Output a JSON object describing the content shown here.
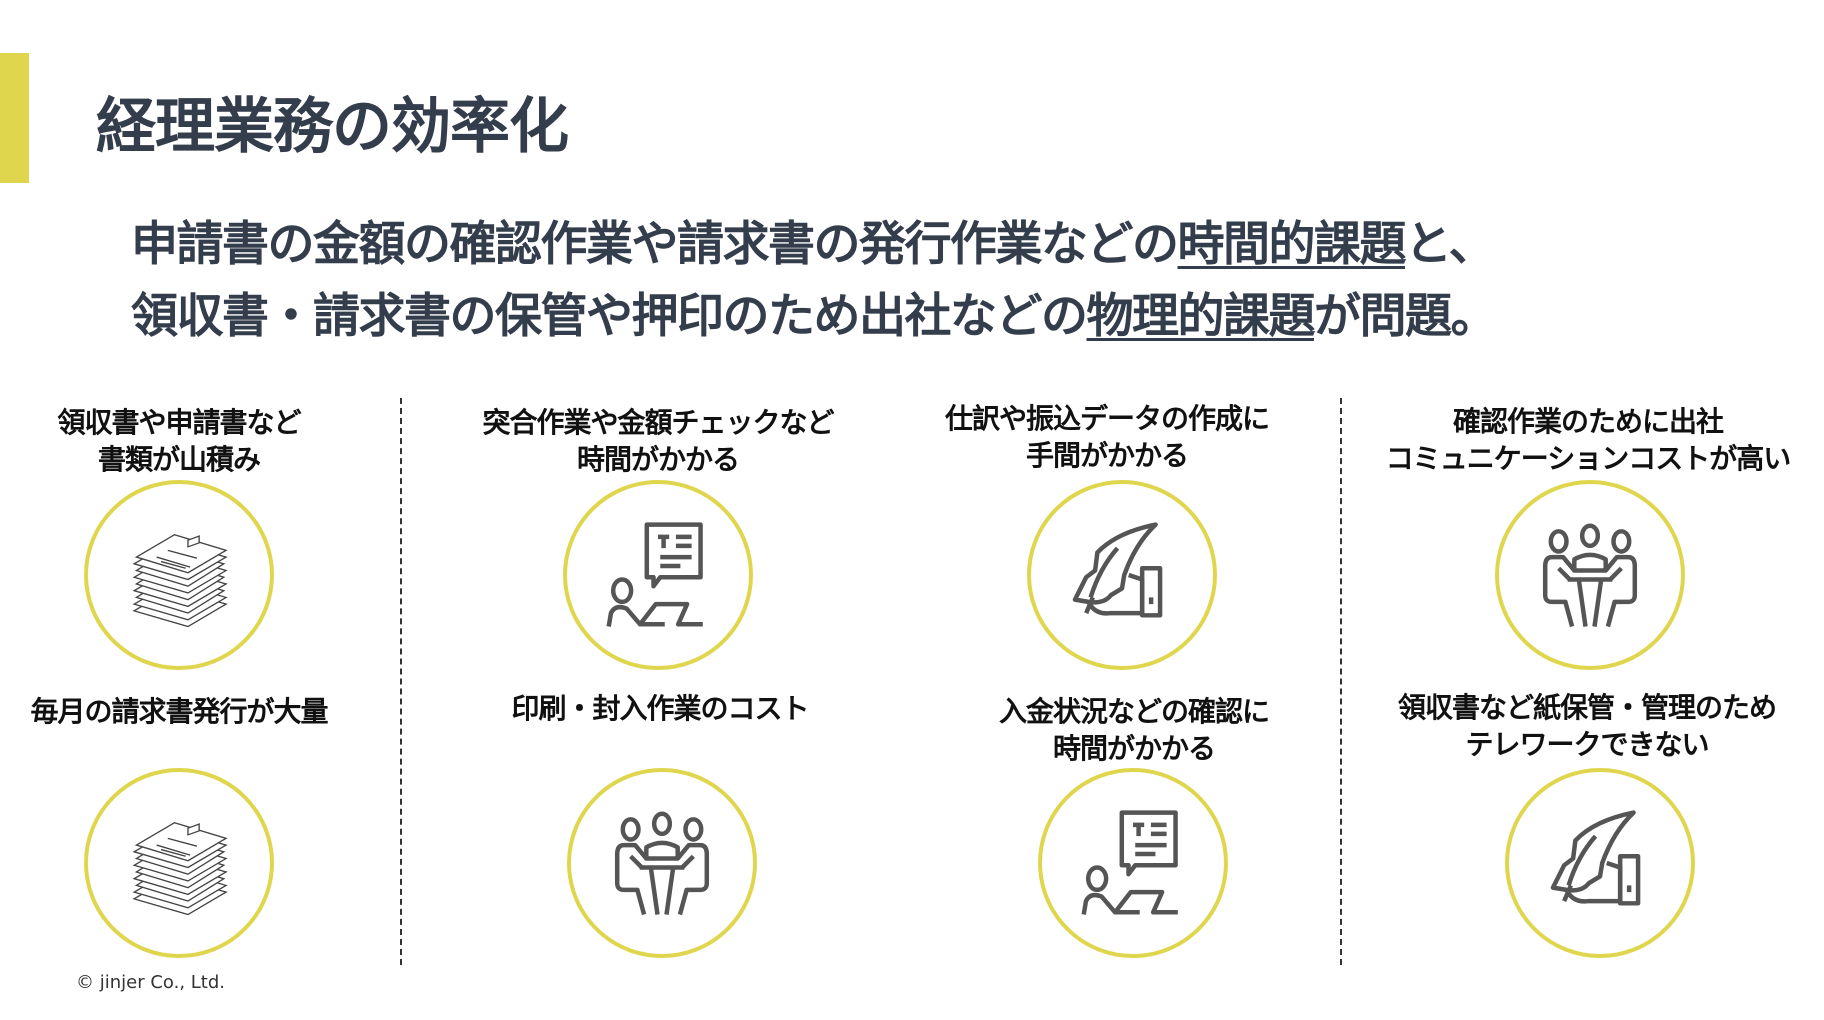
{
  "slide": {
    "title": "経理業務の効率化",
    "lead_line1": {
      "before": "申請書の金額の確認作業や請求書の発行作業などの",
      "emphasis": "時間的課題",
      "after": "と、"
    },
    "lead_line2": {
      "before": "領収書・請求書の保管や押印のため出社などの",
      "emphasis": "物理的課題",
      "after": "が問題。"
    },
    "cards": [
      {
        "lines": [
          "領収書や申請書など",
          "書類が山積み"
        ],
        "icon": "paper-stack-icon"
      },
      {
        "lines": [
          "突合作業や金額チェックなど",
          "時間がかかる"
        ],
        "icon": "person-laptop-speech-icon"
      },
      {
        "lines": [
          "仕訳や振込データの作成に",
          "手間がかかる"
        ],
        "icon": "quill-hand-icon"
      },
      {
        "lines": [
          "確認作業のために出社",
          "コミュニケーションコストが高い"
        ],
        "icon": "meeting-icon"
      },
      {
        "lines": [
          "毎月の請求書発行が大量"
        ],
        "icon": "paper-stack-icon"
      },
      {
        "lines": [
          "印刷・封入作業のコスト"
        ],
        "icon": "meeting-icon"
      },
      {
        "lines": [
          "入金状況などの確認に",
          "時間がかかる"
        ],
        "icon": "person-laptop-speech-icon"
      },
      {
        "lines": [
          "領収書など紙保管・管理のため",
          "テレワークできない"
        ],
        "icon": "quill-hand-icon"
      }
    ],
    "copyright": "© jinjer Co., Ltd.",
    "colors": {
      "accent": "#e0d64e",
      "text": "#333d4b",
      "icon": "#555555"
    }
  }
}
